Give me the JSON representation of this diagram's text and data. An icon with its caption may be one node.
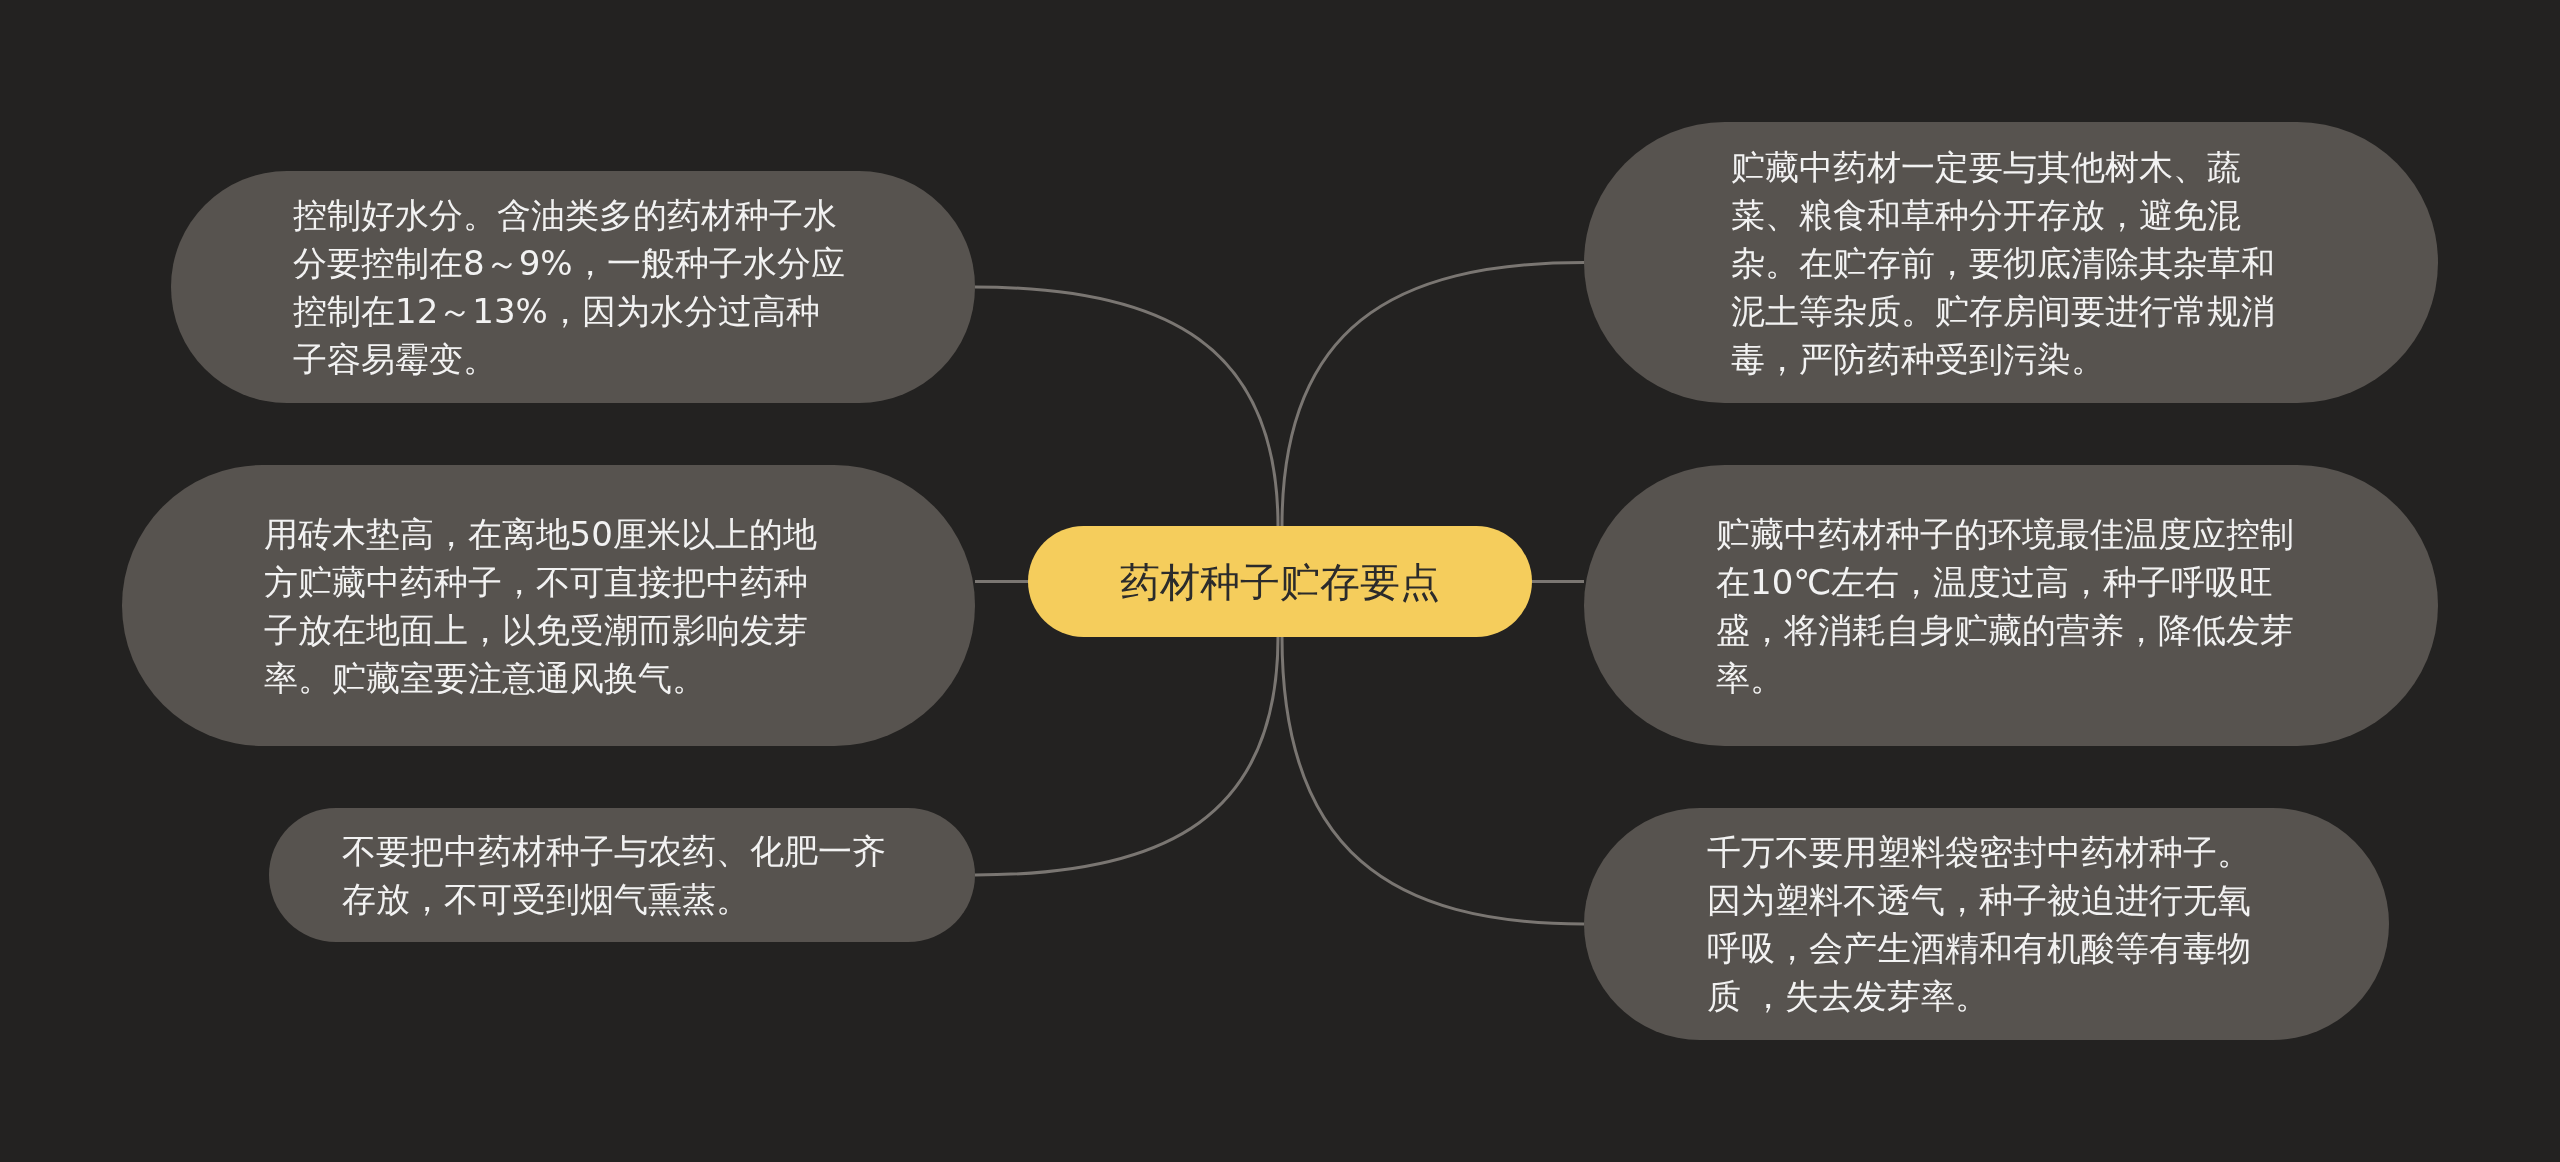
{
  "diagram": {
    "nodes": [
      {
        "text": [
          "药材种子贮存要点"
        ]
      },
      {
        "text": [
          "控制好水分。含油类多的药材种子水分要控制在8～9%，一般种子水分应控制在12～13%，因为水分过高种子容易霉变。"
        ]
      },
      {
        "text": [
          "用砖木垫高，在离地50厘米以上的地方贮藏中药种子，不可直接把中药种子放在地面上，以免受潮而影响发芽率。贮藏室要注意通风换气。"
        ]
      },
      {
        "text": [
          "不要把中药材种子与农药、化肥一齐存放，不可受到烟气熏蒸。"
        ]
      },
      {
        "text": [
          "贮藏中药材一定要与其他树木、蔬菜、粮食和草种分开存放，避免混杂。在贮存前，要彻底清除其杂草和泥土等杂质。贮存房间要进行常规消毒，严防药种受到污染。"
        ]
      },
      {
        "text": [
          "贮藏中药材种子的环境最佳温度应控制在10℃左右，温度过高，种子呼吸旺盛，将消耗自身贮藏的营养，降低发芽率。"
        ]
      },
      {
        "text": [
          "千万不要用塑料袋密封中药材种子。因为塑料不透气，种子被迫进行无氧呼吸，会产生酒精和有机酸等有毒物质 ，失去发芽率。"
        ]
      }
    ],
    "edges": [
      {
        "from": 0,
        "to": 1,
        "arrow": "none"
      },
      {
        "from": 0,
        "to": 2,
        "arrow": "none"
      },
      {
        "from": 0,
        "to": 3,
        "arrow": "none"
      },
      {
        "from": 0,
        "to": 4,
        "arrow": "none"
      },
      {
        "from": 0,
        "to": 5,
        "arrow": "none"
      },
      {
        "from": 0,
        "to": 6,
        "arrow": "none"
      }
    ]
  }
}
